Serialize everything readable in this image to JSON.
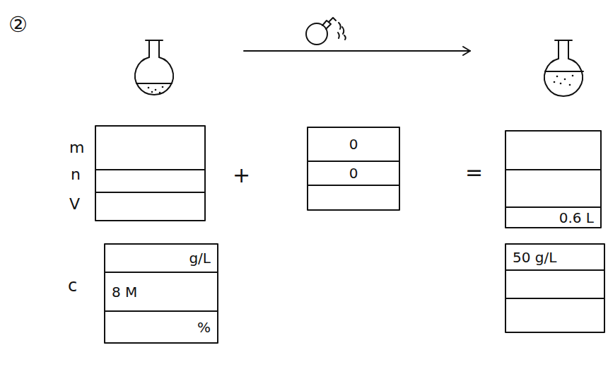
{
  "diagram": {
    "nodes": [
      {
        "text": [
          "0"
        ]
      },
      {
        "text": [
          "0"
        ]
      },
      {
        "text": [
          "0.6 L"
        ]
      },
      {
        "text": [
          "g/L"
        ]
      },
      {
        "text": [
          "8 M"
        ]
      },
      {
        "text": [
          "%"
        ]
      },
      {
        "text": [
          "50 g/L"
        ]
      }
    ],
    "labels": [
      "②",
      "m",
      "n",
      "V",
      "+",
      "=",
      "c"
    ]
  }
}
